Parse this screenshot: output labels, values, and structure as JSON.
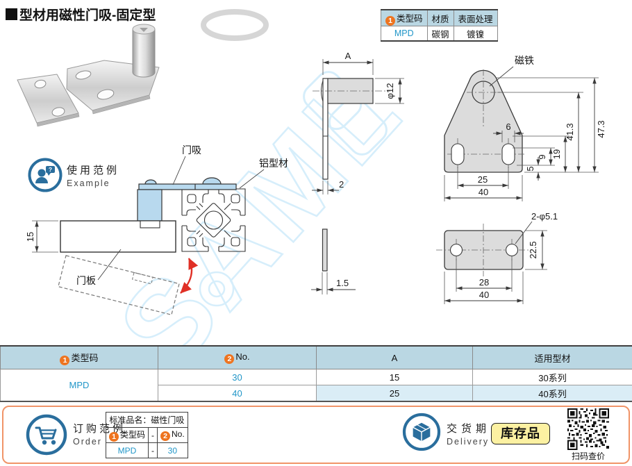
{
  "title_marker": "■",
  "title": "型材用磁性门吸-固定型",
  "watermark": "SAML",
  "badges": {
    "one": "1",
    "two": "2"
  },
  "spec_table": {
    "h_type": "类型码",
    "h_material": "材质",
    "h_surface": "表面处理",
    "v_type": "MPD",
    "v_material": "碳钢",
    "v_surface": "镀镍"
  },
  "example": {
    "cn": "使用范例",
    "en": "Example",
    "door_catch": "门吸",
    "profile": "铝型材",
    "door_panel": "门板",
    "dim_thickness": "15"
  },
  "drawings": {
    "side": {
      "a": "A",
      "d": "φ12",
      "t": "2"
    },
    "thin": {
      "t": "1.5"
    },
    "front": {
      "magnet": "磁铁",
      "slot_w": "6",
      "h1": "41.3",
      "h2": "47.3",
      "h3": "19",
      "h4": "9",
      "h5": "5",
      "w1": "25",
      "w2": "40"
    },
    "plate": {
      "holes": "2-φ5.1",
      "h": "22.5",
      "w1": "28",
      "w2": "40"
    }
  },
  "main_table": {
    "headers": {
      "type": "类型码",
      "no": "No.",
      "a": "A",
      "profile": "适用型材"
    },
    "type_code": "MPD",
    "rows": [
      {
        "no": "30",
        "a": "15",
        "profile": "30系列"
      },
      {
        "no": "40",
        "a": "25",
        "profile": "40系列"
      }
    ]
  },
  "order": {
    "cn": "订购范例",
    "en": "Order",
    "tbl_title": "标准品名：磁性门吸",
    "col_type": "类型码",
    "dash1": "-",
    "col_no": "No.",
    "val_type": "MPD",
    "dash2": "-",
    "val_no": "30"
  },
  "delivery": {
    "cn": "交货期",
    "en": "Delivery",
    "stock": "库存品",
    "qr_caption": "扫码查价"
  }
}
